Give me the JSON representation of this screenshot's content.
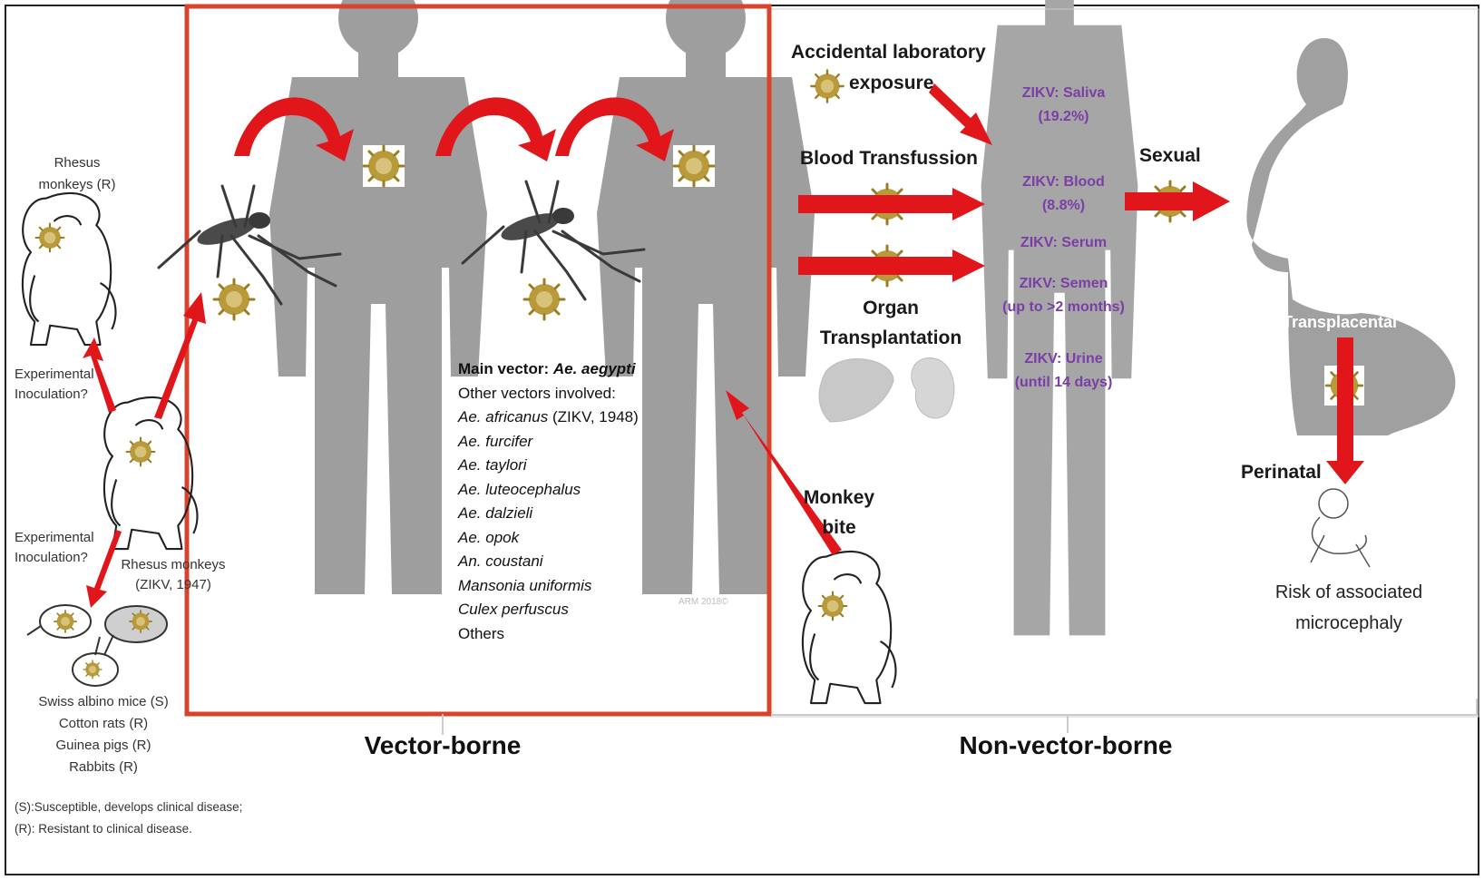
{
  "left_panel": {
    "rhesus_top": "Rhesus\nmonkeys (R)",
    "exp_inoc_1": "Experimental\nInoculation?",
    "exp_inoc_2": "Experimental\nInoculation?",
    "rhesus_zikv": "Rhesus monkeys\n(ZIKV, 1947)",
    "small_animals": [
      "Swiss albino mice (S)",
      "Cotton rats (R)",
      "Guinea pigs (R)",
      "Rabbits (R)"
    ],
    "legend_s": "(S):Susceptible, develops clinical disease;",
    "legend_r": "(R): Resistant to clinical disease."
  },
  "vector_panel": {
    "main_vector_label": "Main vector:",
    "main_vector_species": "Ae. aegypti",
    "other_vectors_label": "Other vectors involved:",
    "vectors": [
      {
        "name": "Ae. africanus",
        "note": " (ZIKV, 1948)"
      },
      {
        "name": "Ae. furcifer",
        "note": ""
      },
      {
        "name": "Ae. taylori",
        "note": ""
      },
      {
        "name": "Ae. luteocephalus",
        "note": ""
      },
      {
        "name": "Ae. dalzieli",
        "note": ""
      },
      {
        "name": "Ae. opok",
        "note": ""
      },
      {
        "name": "An. coustani",
        "note": ""
      },
      {
        "name": "Mansonia uniformis",
        "note": ""
      },
      {
        "name": "Culex perfuscus",
        "note": ""
      }
    ],
    "others": "Others",
    "watermark": "ARM 2018©",
    "section_label": "Vector-borne"
  },
  "non_vector_panel": {
    "accidental": "Accidental laboratory",
    "exposure": "exposure",
    "blood_transfusion": "Blood Transfussion",
    "organ": "Organ\nTransplantation",
    "monkey_bite": "Monkey\nbite",
    "sexual": "Sexual",
    "transplacental": "Transplacental",
    "perinatal": "Perinatal",
    "risk": "Risk of associated\nmicrocephaly",
    "body_fluids": [
      "ZIKV: Saliva\n(19.2%)",
      "ZIKV: Blood\n(8.8%)",
      "ZIKV: Serum",
      "ZIKV: Semen\n(up to >2 months)",
      "ZIKV: Urine\n(until 14 days)"
    ],
    "section_label": "Non-vector-borne"
  },
  "colors": {
    "arrow_red": "#e0161b",
    "frame_red": "#d9432c",
    "silhouette_gray": "#9e9e9e",
    "virus_gold": "#b89a3a",
    "fluid_purple": "#7b3ea6"
  }
}
